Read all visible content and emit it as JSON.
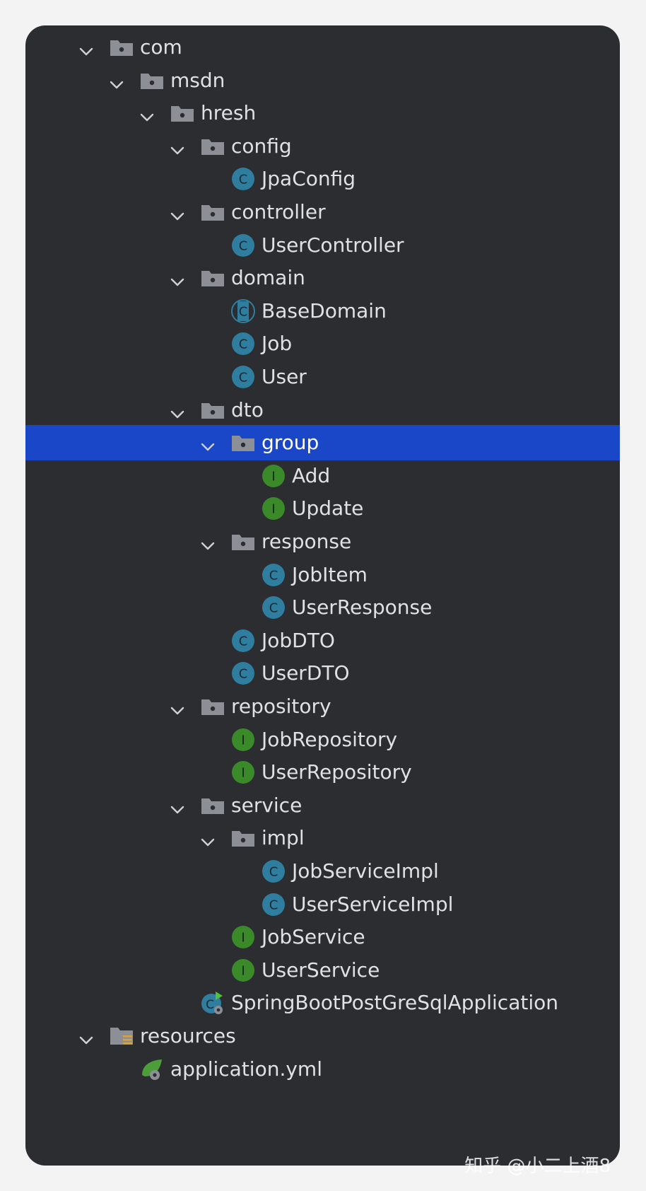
{
  "tree": [
    {
      "depth": 0,
      "kind": "folder",
      "expanded": true,
      "label": "com",
      "icon": "package-folder-icon"
    },
    {
      "depth": 1,
      "kind": "folder",
      "expanded": true,
      "label": "msdn",
      "icon": "package-folder-icon"
    },
    {
      "depth": 2,
      "kind": "folder",
      "expanded": true,
      "label": "hresh",
      "icon": "package-folder-icon"
    },
    {
      "depth": 3,
      "kind": "folder",
      "expanded": true,
      "label": "config",
      "icon": "package-folder-icon"
    },
    {
      "depth": 4,
      "kind": "class",
      "label": "JpaConfig",
      "icon": "class-icon"
    },
    {
      "depth": 3,
      "kind": "folder",
      "expanded": true,
      "label": "controller",
      "icon": "package-folder-icon"
    },
    {
      "depth": 4,
      "kind": "class",
      "label": "UserController",
      "icon": "class-icon"
    },
    {
      "depth": 3,
      "kind": "folder",
      "expanded": true,
      "label": "domain",
      "icon": "package-folder-icon"
    },
    {
      "depth": 4,
      "kind": "abstract",
      "label": "BaseDomain",
      "icon": "abstract-class-icon"
    },
    {
      "depth": 4,
      "kind": "class",
      "label": "Job",
      "icon": "class-icon"
    },
    {
      "depth": 4,
      "kind": "class",
      "label": "User",
      "icon": "class-icon"
    },
    {
      "depth": 3,
      "kind": "folder",
      "expanded": true,
      "label": "dto",
      "icon": "package-folder-icon"
    },
    {
      "depth": 4,
      "kind": "folder",
      "expanded": true,
      "label": "group",
      "icon": "package-folder-icon",
      "selected": true
    },
    {
      "depth": 5,
      "kind": "interface",
      "label": "Add",
      "icon": "interface-icon"
    },
    {
      "depth": 5,
      "kind": "interface",
      "label": "Update",
      "icon": "interface-icon"
    },
    {
      "depth": 4,
      "kind": "folder",
      "expanded": true,
      "label": "response",
      "icon": "package-folder-icon"
    },
    {
      "depth": 5,
      "kind": "class",
      "label": "JobItem",
      "icon": "class-icon"
    },
    {
      "depth": 5,
      "kind": "class",
      "label": "UserResponse",
      "icon": "class-icon"
    },
    {
      "depth": 4,
      "kind": "class",
      "label": "JobDTO",
      "icon": "class-icon"
    },
    {
      "depth": 4,
      "kind": "class",
      "label": "UserDTO",
      "icon": "class-icon"
    },
    {
      "depth": 3,
      "kind": "folder",
      "expanded": true,
      "label": "repository",
      "icon": "package-folder-icon"
    },
    {
      "depth": 4,
      "kind": "interface",
      "label": "JobRepository",
      "icon": "interface-icon"
    },
    {
      "depth": 4,
      "kind": "interface",
      "label": "UserRepository",
      "icon": "interface-icon"
    },
    {
      "depth": 3,
      "kind": "folder",
      "expanded": true,
      "label": "service",
      "icon": "package-folder-icon"
    },
    {
      "depth": 4,
      "kind": "folder",
      "expanded": true,
      "label": "impl",
      "icon": "package-folder-icon"
    },
    {
      "depth": 5,
      "kind": "class",
      "label": "JobServiceImpl",
      "icon": "class-icon"
    },
    {
      "depth": 5,
      "kind": "class",
      "label": "UserServiceImpl",
      "icon": "class-icon"
    },
    {
      "depth": 4,
      "kind": "interface",
      "label": "JobService",
      "icon": "interface-icon"
    },
    {
      "depth": 4,
      "kind": "interface",
      "label": "UserService",
      "icon": "interface-icon"
    },
    {
      "depth": 3,
      "kind": "springapp",
      "label": "SpringBootPostGreSqlApplication",
      "icon": "spring-boot-app-icon"
    },
    {
      "depth": 0,
      "kind": "resources",
      "expanded": true,
      "label": "resources",
      "icon": "resources-folder-icon"
    },
    {
      "depth": 1,
      "kind": "yml",
      "label": "application.yml",
      "icon": "spring-config-file-icon"
    }
  ],
  "watermark": "知乎 @小二上酒8",
  "colors": {
    "panel_bg": "#2b2d30",
    "selection": "#1a46c8",
    "text": "#dfe1e5",
    "folder": "#8c9096",
    "class_icon": "#2f7ea0",
    "interface_icon": "#3a8a2a",
    "chevron": "#cfd1d4"
  }
}
